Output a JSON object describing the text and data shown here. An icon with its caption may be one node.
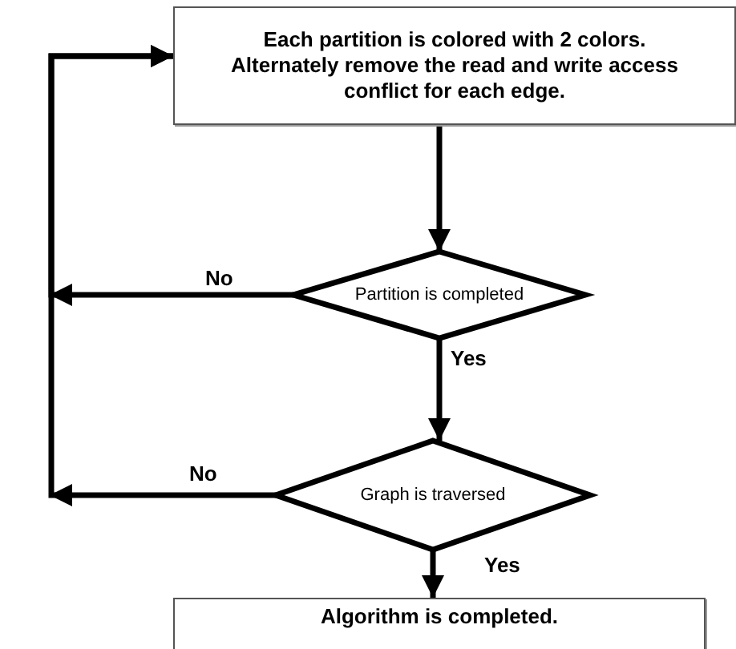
{
  "diagram": {
    "nodes": [
      {
        "text": [
          "Each partition is colored with 2 colors. Alternately remove the read and write access conflict for each edge."
        ]
      },
      {
        "text": [
          "Partition is completed"
        ]
      },
      {
        "text": [
          "Graph is traversed"
        ]
      },
      {
        "text": [
          "Algorithm is completed."
        ]
      }
    ],
    "edges": [
      {
        "from": 0,
        "to": 1,
        "arrow": "to"
      },
      {
        "from": 1,
        "to": 0,
        "arrow": "to",
        "label": "No"
      },
      {
        "from": 1,
        "to": 2,
        "arrow": "to",
        "label": "Yes"
      },
      {
        "from": 2,
        "to": 0,
        "arrow": "to",
        "label": "No"
      },
      {
        "from": 2,
        "to": 3,
        "arrow": "to",
        "label": "Yes"
      }
    ]
  }
}
